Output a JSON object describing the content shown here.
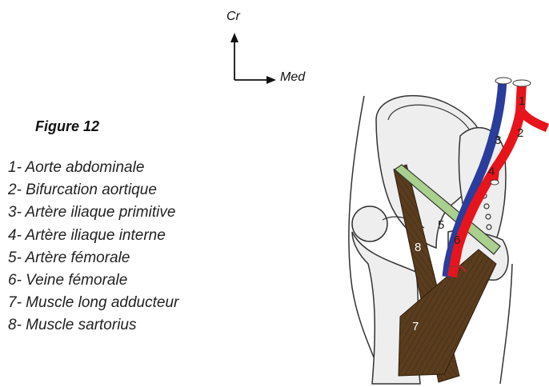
{
  "orientation": {
    "cranial_label": "Cr",
    "medial_label": "Med"
  },
  "figure": {
    "title": "Figure 12"
  },
  "legend": [
    "1- Aorte abdominale",
    "2- Bifurcation aortique",
    "3- Artère iliaque primitive",
    "4- Artère iliaque interne",
    "5- Artère fémorale",
    "6- Veine fémorale",
    "7- Muscle long adducteur",
    "8- Muscle sartorius"
  ],
  "diagram_labels": {
    "n1": "1",
    "n2": "2",
    "n3": "3",
    "n4": "4",
    "n5": "5",
    "n6": "6",
    "n7": "7",
    "n8": "8"
  },
  "colors": {
    "artery": "#e8141c",
    "vein": "#2a3c9c",
    "muscle": "#5a3d1e",
    "ligament": "#a9d08e",
    "bone": "#eeeeee",
    "outline": "#333333"
  }
}
